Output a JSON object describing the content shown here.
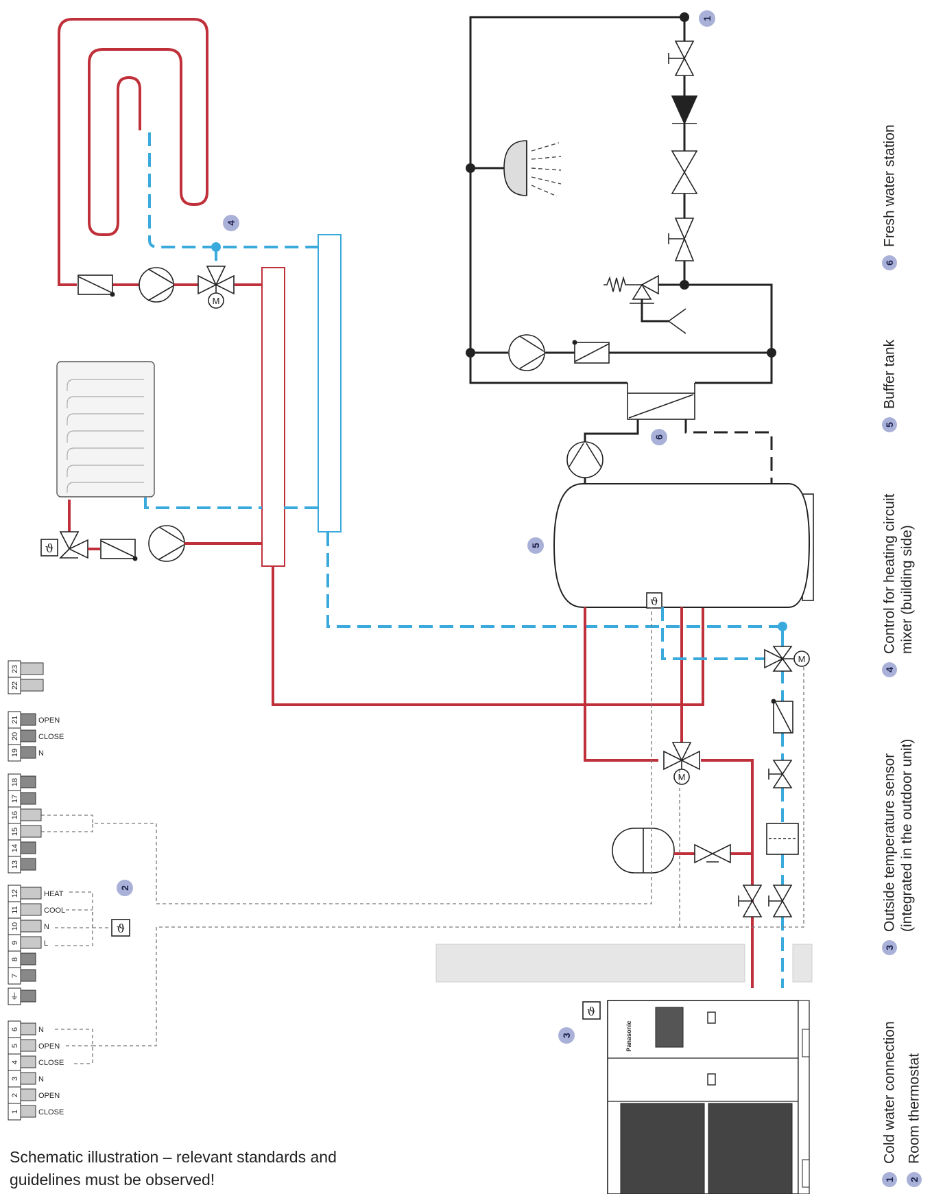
{
  "caption": {
    "line1": "Schematic illustration – relevant standards and",
    "line2": "guidelines must be observed!"
  },
  "legend": [
    {
      "num": "1",
      "line1": "Cold water connection",
      "line2": ""
    },
    {
      "num": "2",
      "line1": "Room thermostat",
      "line2": ""
    },
    {
      "num": "3",
      "line1": "Outside temperature sensor",
      "line2": "(integrated in the outdoor unit)"
    },
    {
      "num": "4",
      "line1": "Control for heating circuit",
      "line2": "mixer (building side)"
    },
    {
      "num": "5",
      "line1": "Buffer tank",
      "line2": ""
    },
    {
      "num": "6",
      "line1": "Fresh water station",
      "line2": ""
    }
  ],
  "markers": {
    "m1": "1",
    "m2": "2",
    "m3": "3",
    "m4": "4",
    "m5": "5",
    "m6": "6"
  },
  "symbols": {
    "motor": "M",
    "sensor": "ϑ",
    "brand": "Panasonic"
  },
  "terminals": {
    "t23": "23",
    "t22": "22",
    "t21": "21",
    "t20": "20",
    "t19": "19",
    "t18": "18",
    "t17": "17",
    "t16": "16",
    "t15": "15",
    "t14": "14",
    "t13": "13",
    "t12": "12",
    "t11": "11",
    "t10": "10",
    "t9": "9",
    "t8": "8",
    "t7": "7",
    "t6": "6",
    "t5": "5",
    "t4": "4",
    "t3": "3",
    "t2": "2",
    "t1": "1",
    "l21": "OPEN",
    "l20": "CLOSE",
    "l19": "N",
    "l12": "HEAT",
    "l11": "COOL",
    "l10": "N",
    "l9": "L",
    "l6": "N",
    "l5": "OPEN",
    "l4": "CLOSE",
    "l3": "N",
    "l2": "OPEN",
    "l1": "CLOSE",
    "earth": "⏚"
  },
  "colors": {
    "hot": "#c0303a",
    "cold": "#3aaadc",
    "line": "#222222",
    "marker": "#aab1d8"
  }
}
